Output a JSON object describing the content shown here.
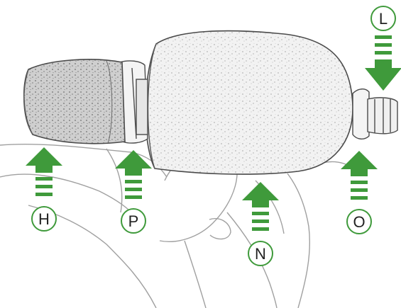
{
  "colors": {
    "arrow": "#3f9a3b",
    "outline": "#4a4a4a",
    "sketch": "#9a9a9a",
    "background": "#ffffff"
  },
  "callouts": [
    {
      "label": "H",
      "direction": "up"
    },
    {
      "label": "P",
      "direction": "up"
    },
    {
      "label": "N",
      "direction": "up"
    },
    {
      "label": "O",
      "direction": "up"
    },
    {
      "label": "L",
      "direction": "down"
    }
  ]
}
